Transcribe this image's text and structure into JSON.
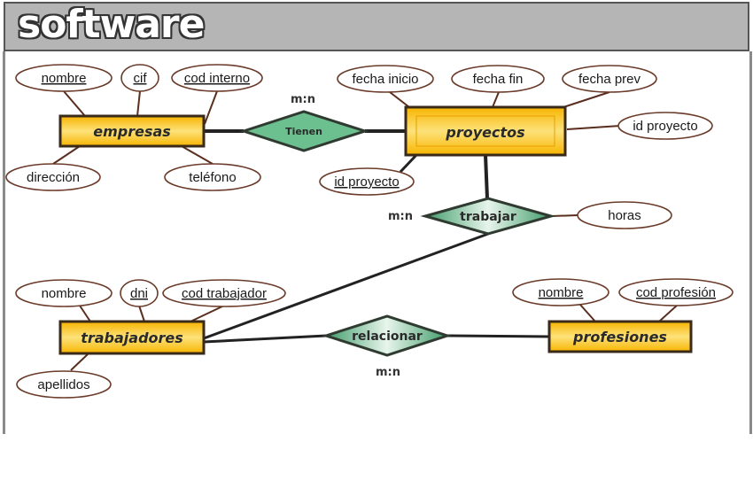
{
  "title": "software",
  "entities": [
    {
      "id": "empresas",
      "label": "empresas"
    },
    {
      "id": "proyectos",
      "label": "proyectos"
    },
    {
      "id": "trabajadores",
      "label": "trabajadores"
    },
    {
      "id": "profesiones",
      "label": "profesiones"
    }
  ],
  "relationships": [
    {
      "id": "tienen",
      "label": "Tienen",
      "cardinality": "m:n",
      "connects": [
        "empresas",
        "proyectos"
      ]
    },
    {
      "id": "trabajar",
      "label": "trabajar",
      "cardinality": "m:n",
      "connects": [
        "proyectos",
        "trabajadores"
      ]
    },
    {
      "id": "relacionar",
      "label": "relacionar",
      "cardinality": "m:n",
      "connects": [
        "trabajadores",
        "profesiones"
      ]
    }
  ],
  "attributes": [
    {
      "id": "empresas-nombre",
      "label": "nombre",
      "owner": "empresas",
      "key": true
    },
    {
      "id": "empresas-cif",
      "label": "cif",
      "owner": "empresas",
      "key": true
    },
    {
      "id": "empresas-cod-interno",
      "label": "cod interno",
      "owner": "empresas",
      "key": true
    },
    {
      "id": "empresas-direccion",
      "label": "dirección",
      "owner": "empresas",
      "key": false
    },
    {
      "id": "empresas-telefono",
      "label": "teléfono",
      "owner": "empresas",
      "key": false
    },
    {
      "id": "proyectos-fecha-inicio",
      "label": "fecha inicio",
      "owner": "proyectos",
      "key": false
    },
    {
      "id": "proyectos-fecha-fin",
      "label": "fecha fin",
      "owner": "proyectos",
      "key": false
    },
    {
      "id": "proyectos-fecha-prev",
      "label": "fecha prev",
      "owner": "proyectos",
      "key": false
    },
    {
      "id": "proyectos-id-proyecto-right",
      "label": "id proyecto",
      "owner": "proyectos",
      "key": false
    },
    {
      "id": "proyectos-id-proyecto-left",
      "label": "id proyecto",
      "owner": "proyectos",
      "key": true
    },
    {
      "id": "trabajar-horas",
      "label": "horas",
      "owner": "trabajar",
      "key": false
    },
    {
      "id": "trabajadores-nombre",
      "label": "nombre",
      "owner": "trabajadores",
      "key": false
    },
    {
      "id": "trabajadores-dni",
      "label": "dni",
      "owner": "trabajadores",
      "key": true
    },
    {
      "id": "trabajadores-cod-trabajador",
      "label": "cod trabajador",
      "owner": "trabajadores",
      "key": true
    },
    {
      "id": "trabajadores-apellidos",
      "label": "apellidos",
      "owner": "trabajadores",
      "key": false
    },
    {
      "id": "profesiones-nombre",
      "label": "nombre",
      "owner": "profesiones",
      "key": true
    },
    {
      "id": "profesiones-cod-profesion",
      "label": "cod profesión",
      "owner": "profesiones",
      "key": true
    }
  ],
  "colors": {
    "entity_fill": "#f9c81c",
    "entity_border": "#3a2a1a",
    "relationship_fill": "#6cc08f",
    "relationship_border": "#2f3a30",
    "attribute_border": "#6b3b2a",
    "line": "#222222",
    "header_bg": "#b5b5b5"
  }
}
